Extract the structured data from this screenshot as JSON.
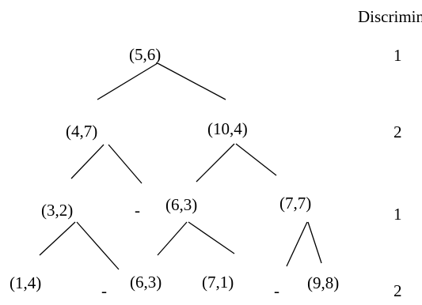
{
  "header": {
    "discriminator_label": "Discriminator"
  },
  "levels": [
    {
      "discriminator": "1"
    },
    {
      "discriminator": "2"
    },
    {
      "discriminator": "1"
    },
    {
      "discriminator": "2"
    }
  ],
  "nodes": {
    "root": "(5,6)",
    "l": "(4,7)",
    "r": "(10,4)",
    "ll": "(3,2)",
    "lr": "-",
    "rl": "(6,3)",
    "rr": "(7,7)",
    "lll": "(1,4)",
    "llr": "-",
    "rll": "(6,3)",
    "rlr": "(7,1)",
    "rrl": "-",
    "rrr": "(9,8)"
  }
}
